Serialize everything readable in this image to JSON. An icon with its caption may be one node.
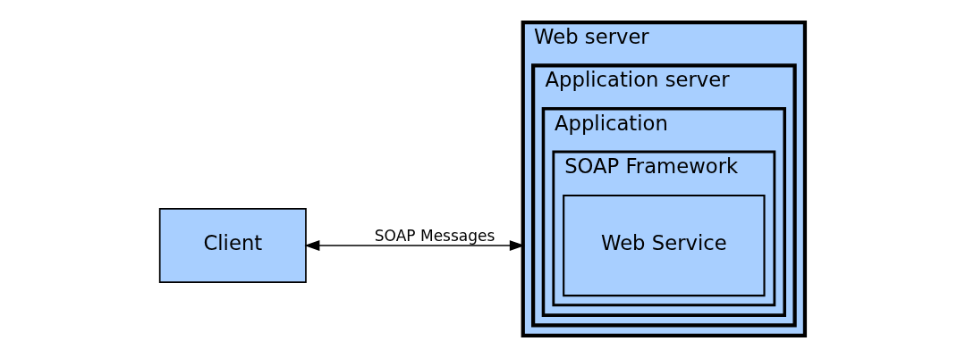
{
  "diagram": {
    "nodes": [
      {
        "text": [
          "Client"
        ]
      },
      {
        "text": [
          "Web server"
        ]
      },
      {
        "text": [
          "Application server"
        ],
        "in": 1
      },
      {
        "text": [
          "Application"
        ],
        "in": 2
      },
      {
        "text": [
          "SOAP Framework"
        ],
        "in": 3
      },
      {
        "text": [
          "Web Service"
        ],
        "in": 4
      }
    ],
    "edges": [
      {
        "from": 0,
        "to": 1,
        "arrow": "both",
        "label": "SOAP Messages"
      }
    ]
  }
}
